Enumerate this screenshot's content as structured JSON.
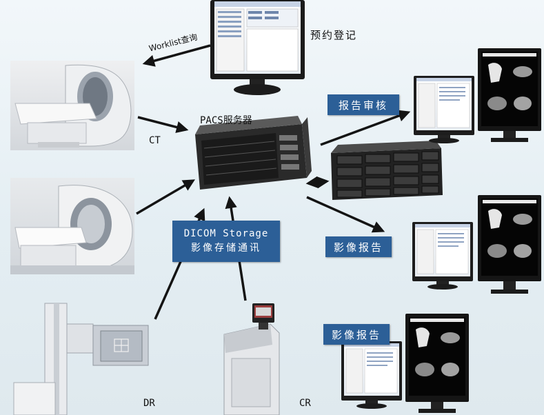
{
  "labels": {
    "booking": "预约登记",
    "worklist": "Worklist查询",
    "pacs_server": "PACS服务器",
    "ct": "CT",
    "dr": "DR",
    "cr": "CR",
    "dicom_line1": "DICOM Storage",
    "dicom_line2": "影像存储通讯",
    "report_review": "报告审核",
    "image_report_1": "影像报告",
    "image_report_2": "影像报告"
  },
  "colors": {
    "tag_blue": "#2c5f97",
    "arrow": "#141414",
    "background": "#e9f1f5"
  }
}
